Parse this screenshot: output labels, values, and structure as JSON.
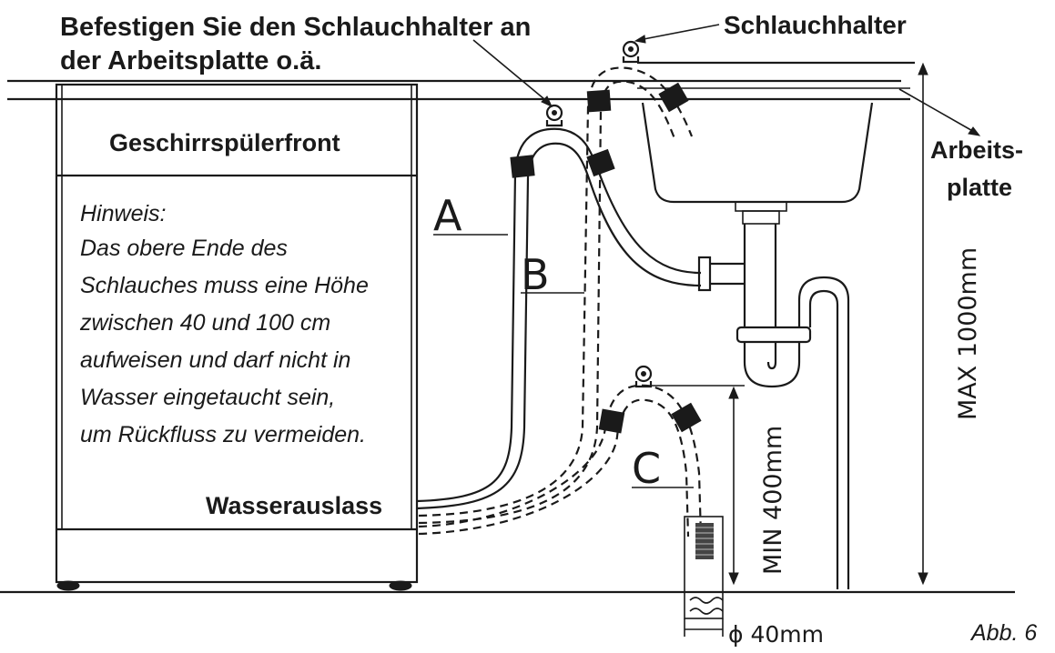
{
  "labels": {
    "fasten_note_line1": "Befestigen Sie den Schlauchhalter an",
    "fasten_note_line2": "der Arbeitsplatte o.ä.",
    "hose_holder": "Schlauchhalter",
    "worktop_line1": "Arbeits-",
    "worktop_line2": "platte",
    "dishwasher_front": "Geschirrspülerfront",
    "water_outlet": "Wasserauslass",
    "hose_a": "A",
    "hose_b": "B",
    "hose_c": "C",
    "max_height": "MAX 1000mm",
    "min_height": "MIN 400mm",
    "pipe_diameter": "ϕ 40mm",
    "figure_number": "Abb. 6"
  },
  "note": {
    "title": "Hinweis:",
    "lines": [
      "Das obere Ende des",
      "Schlauches muss eine Höhe",
      "zwischen 40 und 100 cm",
      "aufweisen und darf nicht in",
      "Wasser eingetaucht sein,",
      "um Rückfluss zu vermeiden."
    ]
  }
}
